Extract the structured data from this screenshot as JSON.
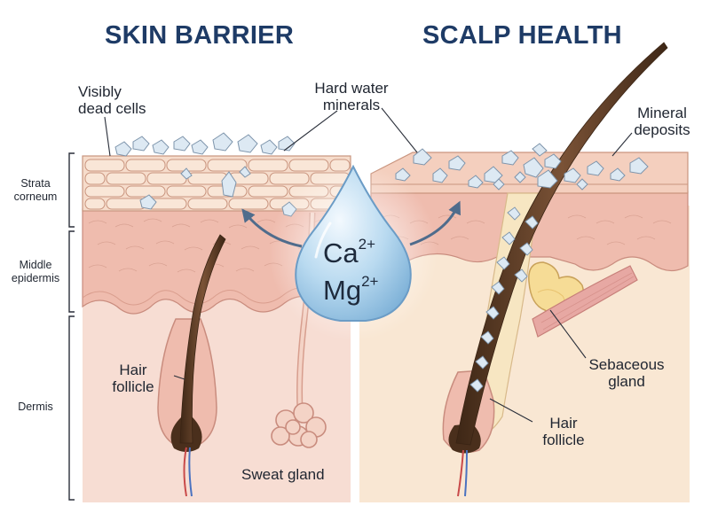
{
  "headings": {
    "left": "SKIN BARRIER",
    "right": "SCALP HEALTH"
  },
  "left_labels": {
    "dead_cells": [
      "Visibly",
      "dead cells"
    ],
    "hair_follicle": [
      "Hair",
      "follicle"
    ],
    "sweat_gland": "Sweat gland"
  },
  "center_labels": {
    "hard_water": [
      "Hard water",
      "minerals"
    ]
  },
  "right_labels": {
    "mineral_deposits": [
      "Mineral",
      "deposits"
    ],
    "sebaceous_gland": [
      "Sebaceous",
      "gland"
    ],
    "hair_follicle": [
      "Hair",
      "follicle"
    ]
  },
  "layers": {
    "strata_corneum": [
      "Strata",
      "corneum"
    ],
    "middle_epidermis": [
      "Middle",
      "epidermis"
    ],
    "dermis": "Dermis"
  },
  "droplet": {
    "ion1_base": "Ca",
    "ion1_charge": "2+",
    "ion2_base": "Mg",
    "ion2_charge": "2+"
  },
  "colors": {
    "heading": "#1e3b66",
    "stratum": "#f6dccb",
    "epidermis": "#efbcae",
    "dermis": "#f7ddd3",
    "scalp_dermis": "#f9e7d3",
    "hair": "#5a3a24",
    "sebaceous": "#f6dc96",
    "droplet": "#a9cfe9"
  }
}
